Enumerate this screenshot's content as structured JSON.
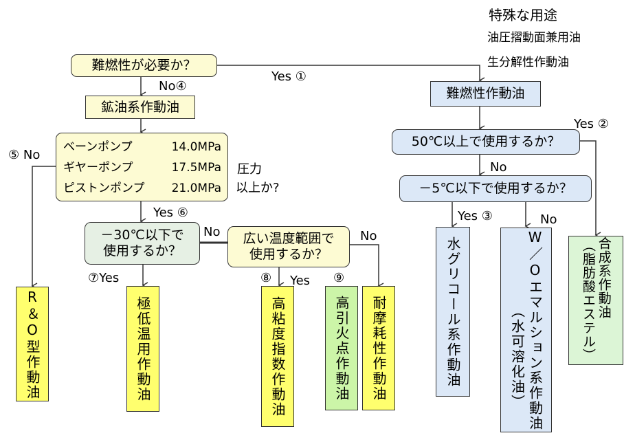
{
  "special": {
    "title": "特殊な用途",
    "items": [
      "油圧摺動面兼用油",
      "生分解性作動油"
    ]
  },
  "nodes": {
    "q_fire": "難燃性が必要か？",
    "mineral": "鉱油系作動油",
    "pumps": [
      {
        "name": "ベーンポンプ",
        "pressure": "14.0MPa"
      },
      {
        "name": "ギヤーポンプ",
        "pressure": "17.5MPa"
      },
      {
        "name": "ピストンポンプ",
        "pressure": "21.0MPa"
      }
    ],
    "pressure_q": [
      "圧力",
      "以上か?"
    ],
    "q_minus30": [
      "－30℃以下で",
      "使用するか？"
    ],
    "q_wide": [
      "広い温度範囲で",
      "使用するか？"
    ],
    "fire_resistant": "難燃性作動油",
    "q_50": "50℃以上で使用するか？",
    "q_minus5": "－5℃以下で使用するか？",
    "ro": "R＆O型作動油",
    "low_temp": "極低温用作動油",
    "high_vi": "高粘度指数作動油",
    "high_flash": "高引火点作動油",
    "antiwear": "耐摩耗性作動油",
    "water_glycol": "水グリコール系作動油",
    "wo_emulsion": "W／Oエマルション系作動油",
    "wo_sub": "（水可溶化油）",
    "synthetic": "合成系作動油",
    "synthetic_sub": "（脂肪酸エステル）"
  },
  "edges": {
    "yes1": "Yes ①",
    "no4": "No④",
    "yes2": "Yes ②",
    "no_50": "No",
    "yes3": "Yes ③",
    "no_minus5": "No",
    "no5": "⑤ No",
    "yes6": "Yes ⑥",
    "no_minus30": "No",
    "no_wide": "No",
    "yes7": "⑦Yes",
    "yes8_num": "⑧",
    "yes8_word": "Yes",
    "num9": "⑨"
  }
}
